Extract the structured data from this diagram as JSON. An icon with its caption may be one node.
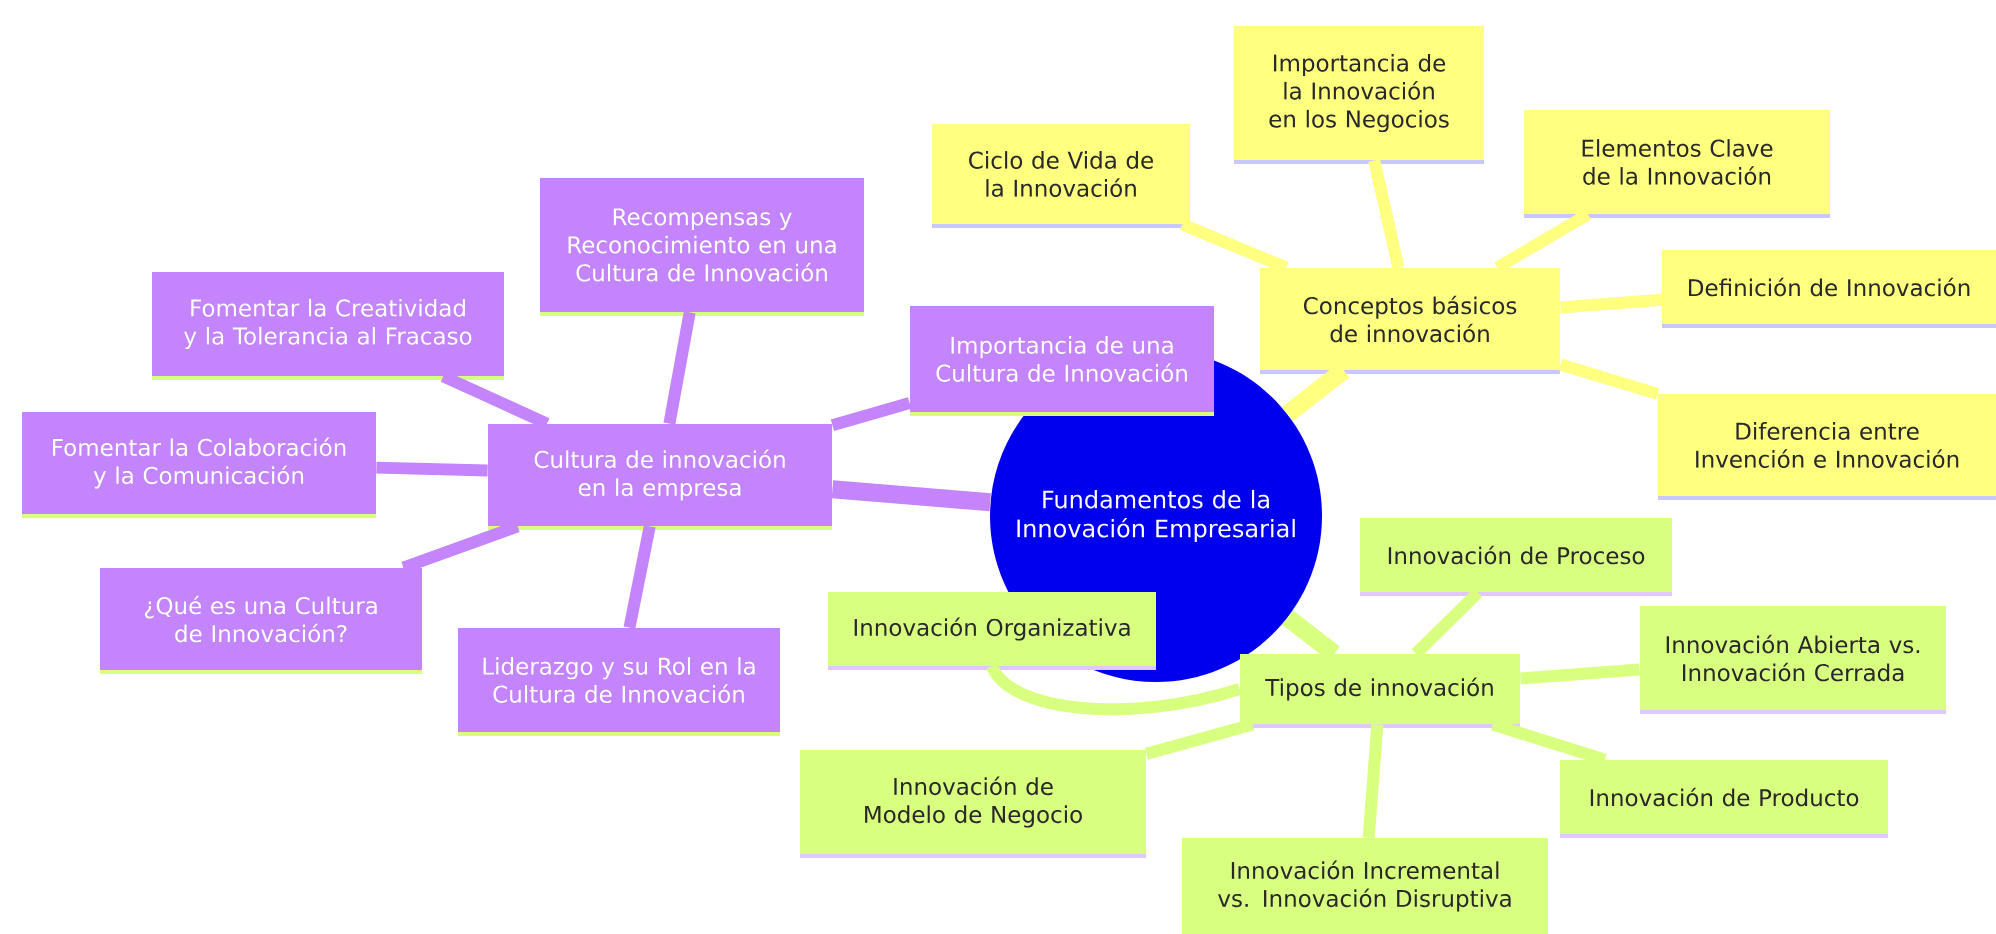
{
  "diagram": {
    "nodes": [
      {
        "text": [
          "Fundamentos de la Innovación Empresarial"
        ]
      },
      {
        "text": [
          "Cultura de innovación en la empresa"
        ]
      },
      {
        "text": [
          "Recompensas y Reconocimiento en una Cultura de Innovación"
        ]
      },
      {
        "text": [
          "Fomentar la Creatividad y la Tolerancia al Fracaso"
        ]
      },
      {
        "text": [
          "Fomentar la Colaboración y la Comunicación"
        ]
      },
      {
        "text": [
          "¿Qué es una Cultura de Innovación?"
        ]
      },
      {
        "text": [
          "Liderazgo y su Rol en la Cultura de Innovación"
        ]
      },
      {
        "text": [
          "Importancia de una Cultura de Innovación"
        ]
      },
      {
        "text": [
          "Conceptos básicos de innovación"
        ]
      },
      {
        "text": [
          "Ciclo de Vida de la Innovación"
        ]
      },
      {
        "text": [
          "Importancia de la Innovación en los Negocios"
        ]
      },
      {
        "text": [
          "Elementos Clave de la Innovación"
        ]
      },
      {
        "text": [
          "Definición de Innovación"
        ]
      },
      {
        "text": [
          "Diferencia entre Invención e Innovación"
        ]
      },
      {
        "text": [
          "Tipos de innovación"
        ]
      },
      {
        "text": [
          "Innovación de Proceso"
        ]
      },
      {
        "text": [
          "Innovación Organizativa"
        ]
      },
      {
        "text": [
          "Innovación Abierta vs. Innovación Cerrada"
        ]
      },
      {
        "text": [
          "Innovación de Modelo de Negocio"
        ]
      },
      {
        "text": [
          "Innovación Incremental vs. Innovación Disruptiva"
        ]
      },
      {
        "text": [
          "Innovación de Producto"
        ]
      }
    ],
    "edges": [
      {
        "from": 0,
        "to": 1,
        "arrow": "none",
        "color": "#c384fc"
      },
      {
        "from": 1,
        "to": 2,
        "arrow": "none",
        "color": "#c384fc"
      },
      {
        "from": 1,
        "to": 3,
        "arrow": "none",
        "color": "#c384fc"
      },
      {
        "from": 1,
        "to": 4,
        "arrow": "none",
        "color": "#c384fc"
      },
      {
        "from": 1,
        "to": 5,
        "arrow": "none",
        "color": "#c384fc"
      },
      {
        "from": 1,
        "to": 6,
        "arrow": "none",
        "color": "#c384fc"
      },
      {
        "from": 1,
        "to": 7,
        "arrow": "none",
        "color": "#c384fc"
      },
      {
        "from": 0,
        "to": 8,
        "arrow": "none",
        "color": "#ffff80"
      },
      {
        "from": 8,
        "to": 9,
        "arrow": "none",
        "color": "#ffff80"
      },
      {
        "from": 8,
        "to": 10,
        "arrow": "none",
        "color": "#ffff80"
      },
      {
        "from": 8,
        "to": 11,
        "arrow": "none",
        "color": "#ffff80"
      },
      {
        "from": 8,
        "to": 12,
        "arrow": "none",
        "color": "#ffff80"
      },
      {
        "from": 8,
        "to": 13,
        "arrow": "none",
        "color": "#ffff80"
      },
      {
        "from": 0,
        "to": 14,
        "arrow": "none",
        "color": "#d9ff80"
      },
      {
        "from": 14,
        "to": 15,
        "arrow": "none",
        "color": "#d9ff80"
      },
      {
        "from": 14,
        "to": 16,
        "arrow": "none",
        "color": "#d9ff80"
      },
      {
        "from": 14,
        "to": 17,
        "arrow": "none",
        "color": "#d9ff80"
      },
      {
        "from": 14,
        "to": 18,
        "arrow": "none",
        "color": "#d9ff80"
      },
      {
        "from": 14,
        "to": 19,
        "arrow": "none",
        "color": "#d9ff80"
      },
      {
        "from": 14,
        "to": 20,
        "arrow": "none",
        "color": "#d9ff80"
      }
    ]
  }
}
